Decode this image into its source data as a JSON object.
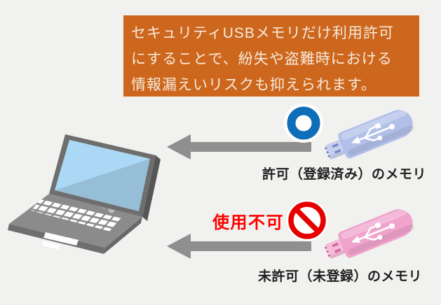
{
  "scene": {
    "background_color": "#f1f1ef"
  },
  "banner": {
    "background_color": "#cd671d",
    "text_color": "#f6e9da",
    "lines": [
      "セキュリティUSBメモリだけ利用許可",
      "にすることで、紛失や盗難時における",
      "情報漏えいリスクも抑えられます。"
    ]
  },
  "permitted": {
    "label": "許可（登録済み）のメモリ",
    "ring_color": "#0e6eb8",
    "usb": {
      "body_color": "#b2bfe9",
      "connector_color": "#c7cfef",
      "slot_color": "#7488cc",
      "symbol": "usb-trident-icon"
    }
  },
  "prohibited": {
    "status_text": "使用不可",
    "status_text_color": "#fe0000",
    "sign_color": "#e60000",
    "label": "未許可（未登録）のメモリ",
    "usb": {
      "body_color": "#f0a3cc",
      "connector_color": "#f5bcd9",
      "slot_color": "#d5649f",
      "symbol": "usb-trident-icon"
    }
  },
  "arrow_color": "#8f8f8f",
  "laptop": {
    "body_color": "#8b8b8b",
    "screen_color": "#97bed7",
    "screen_highlight_color": "#abd8f4"
  }
}
